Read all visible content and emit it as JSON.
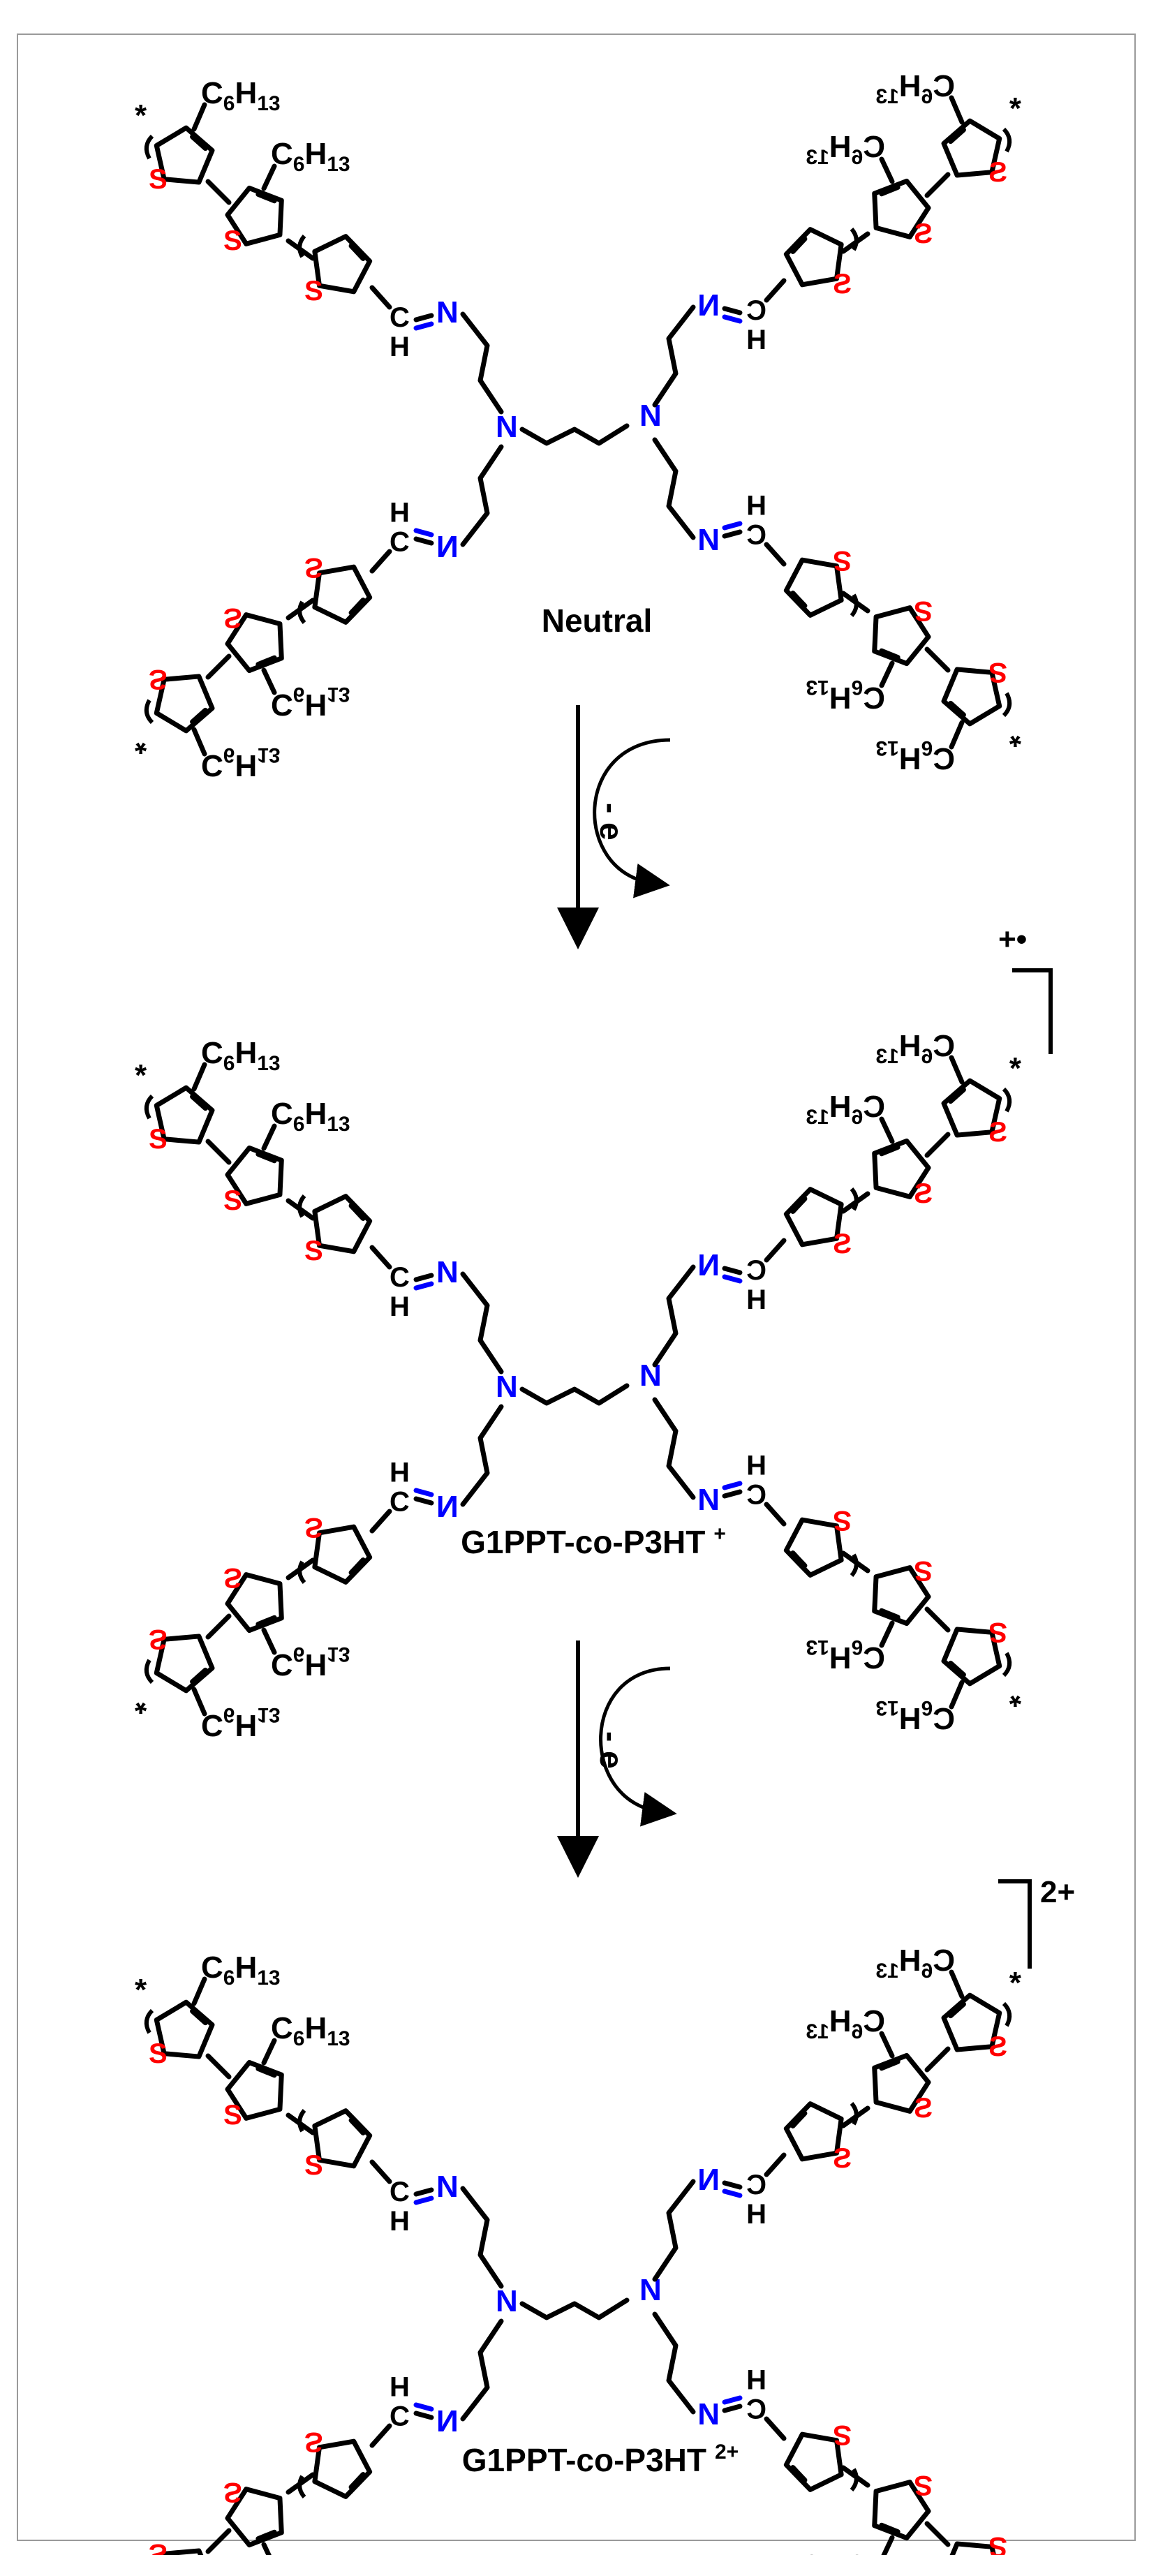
{
  "states": [
    {
      "caption": "Neutral",
      "charge": ""
    },
    {
      "caption": "G1PPT-co-P3HT",
      "caption_sup": "+",
      "charge": "+•"
    },
    {
      "caption": "G1PPT-co-P3HT",
      "caption_sup": "2+",
      "charge": "2+"
    }
  ],
  "transitions": [
    {
      "label": "- e"
    },
    {
      "label": "- e"
    }
  ],
  "atoms": {
    "sulfur": "S",
    "nitrogen": "N",
    "carbon": "C",
    "hydrogen": "H",
    "end_group": "*"
  },
  "substituent": {
    "base": "C",
    "sub1": "6",
    "mid": "H",
    "sub2": "13"
  },
  "colors": {
    "sulfur": "#ff0000",
    "nitrogen": "#0000ff",
    "bond": "#000000",
    "frame": "#9a9a9a"
  }
}
